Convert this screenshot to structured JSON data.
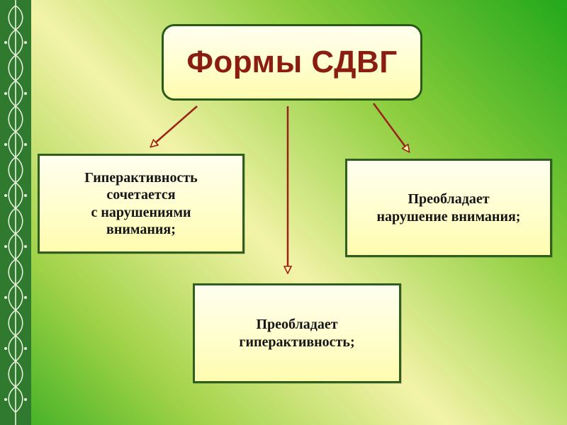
{
  "title": "Формы СДВГ",
  "forms": [
    {
      "text": "Гиперактивность\nсочетается\nс нарушениями\nвнимания;"
    },
    {
      "text": "Преобладает\nнарушение внимания;"
    },
    {
      "text": "Преобладает\nгиперактивность;"
    }
  ],
  "colors": {
    "title_text": "#8b1c12",
    "box_fill": "#fffcb0",
    "box_border": "#2f5e1f",
    "arrow": "#9b2017",
    "background_green": "#23a81c",
    "background_light": "#f3f3a8"
  },
  "decoration": {
    "left_border_icon": "ornamental-fern-pattern-icon"
  }
}
